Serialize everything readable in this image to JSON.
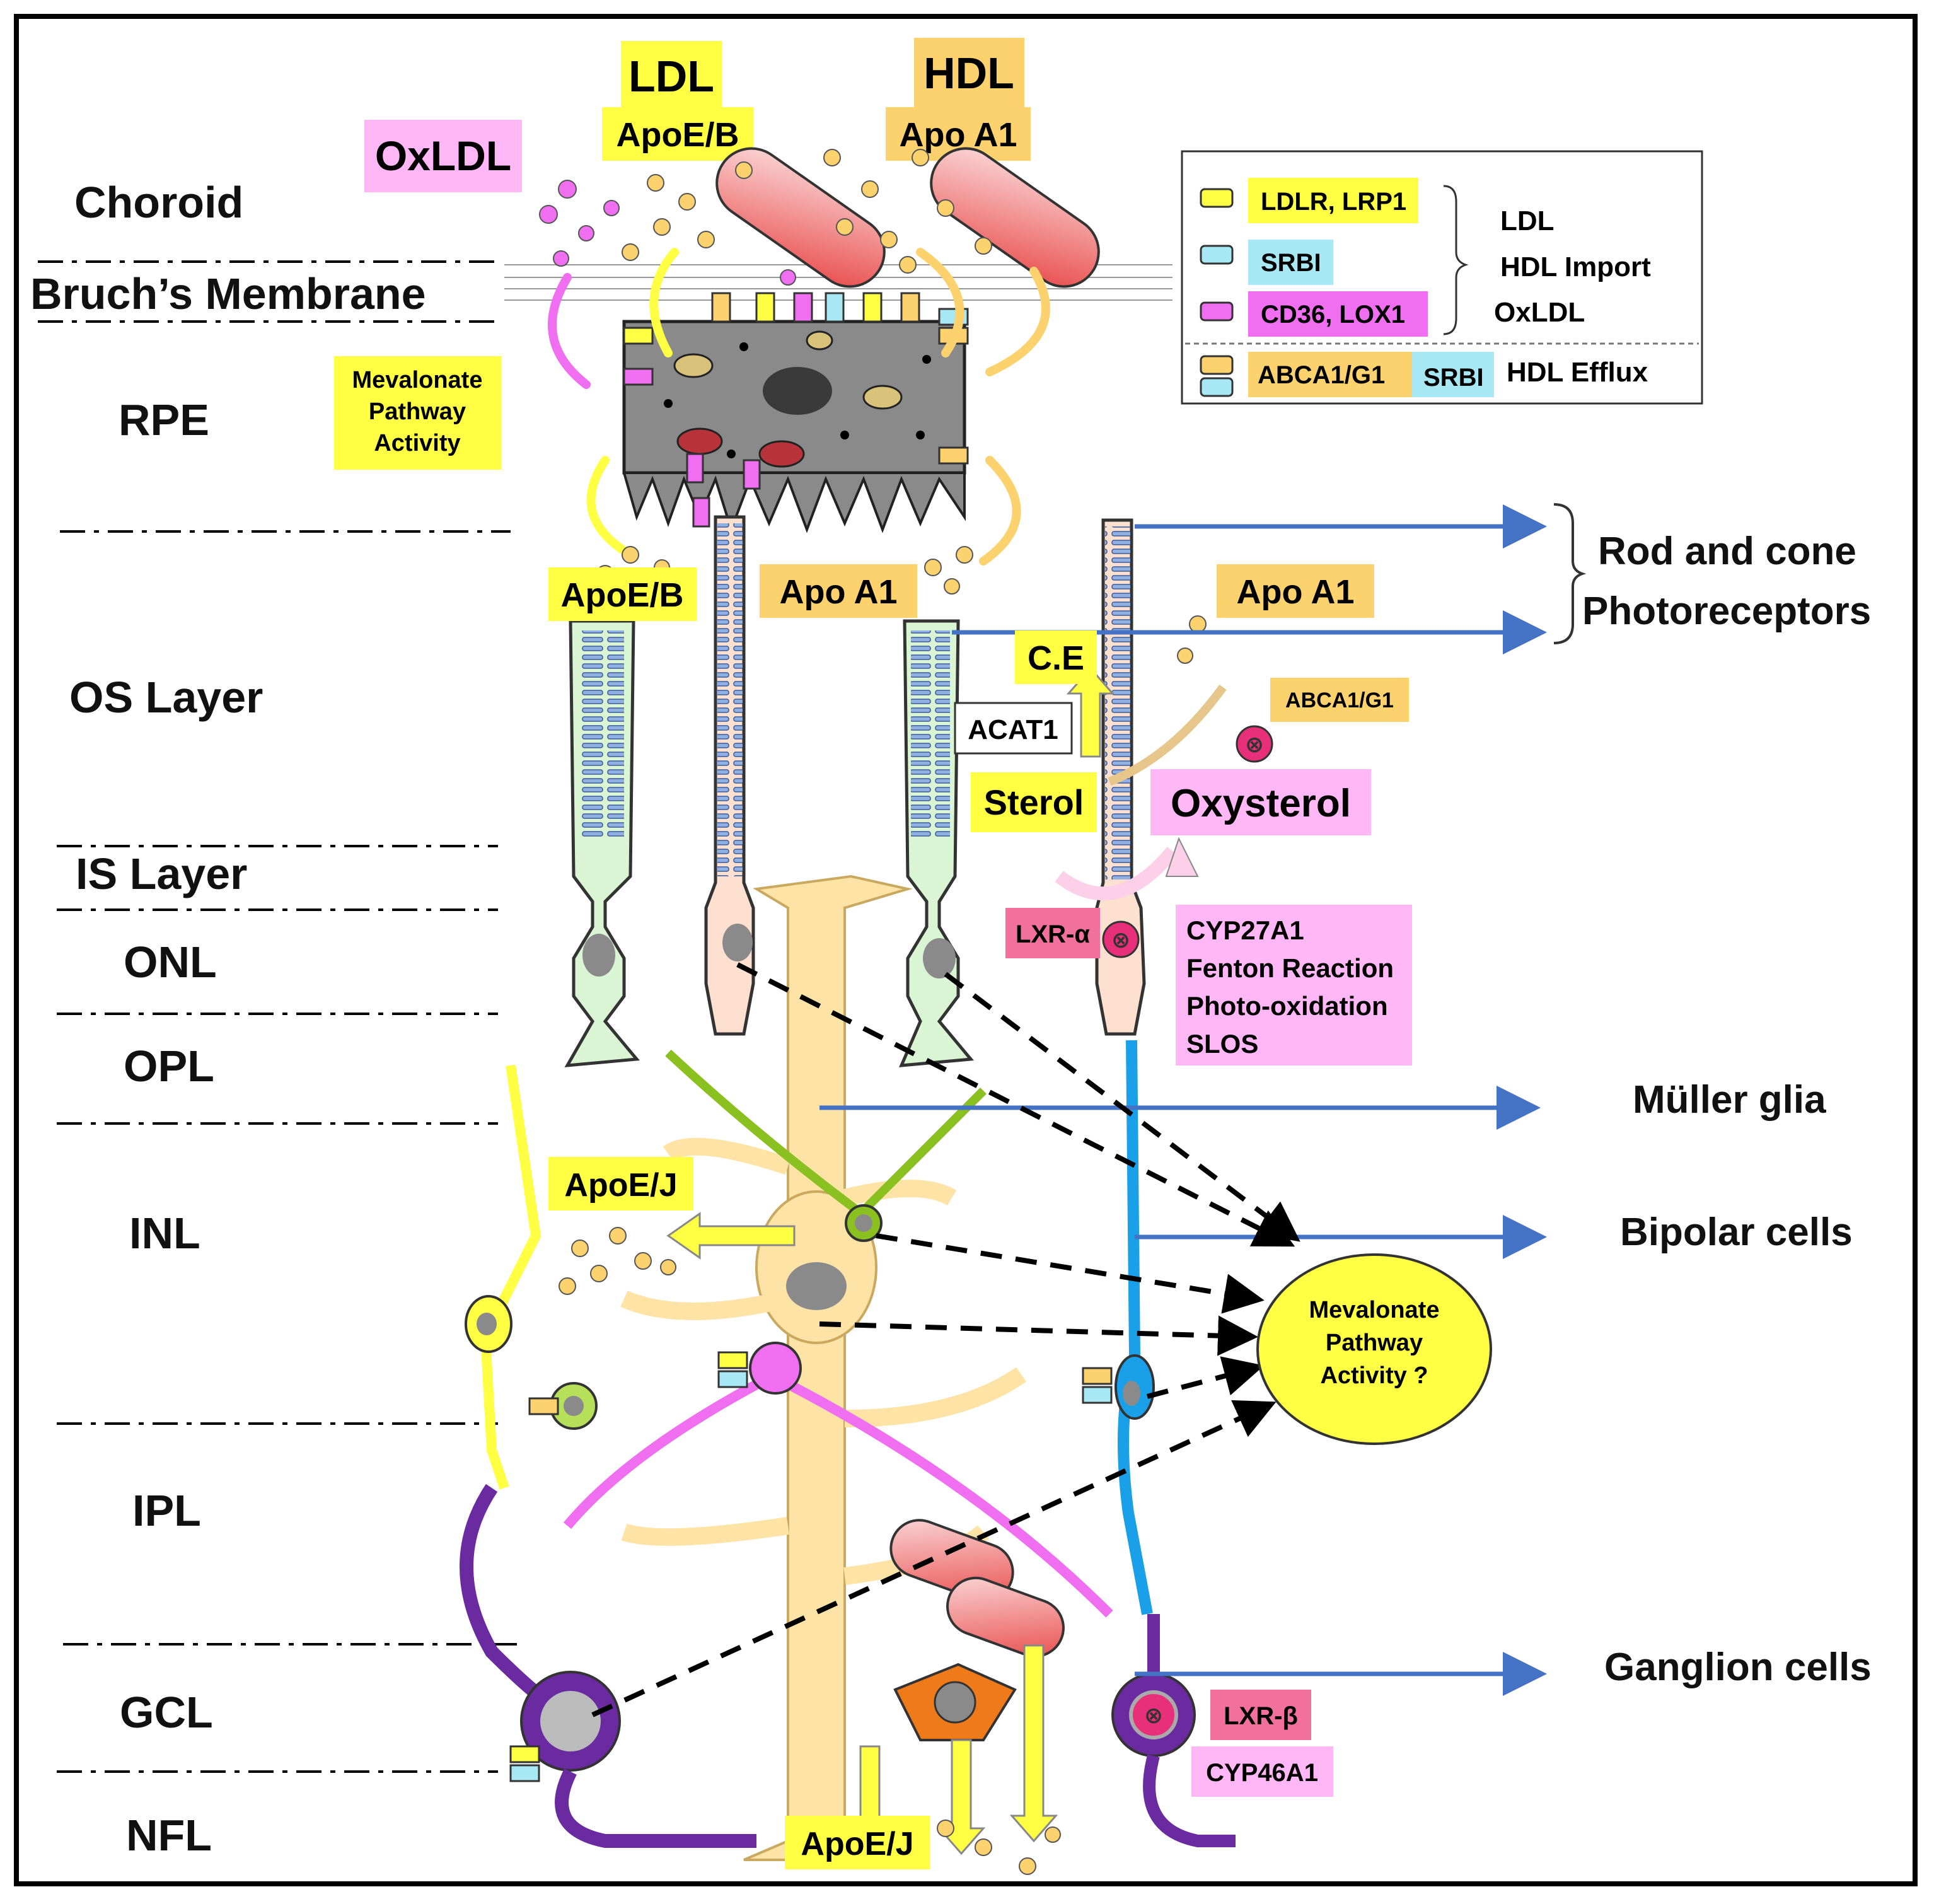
{
  "layers": {
    "choroid": "Choroid",
    "bruchs": "Bruch’s Membrane",
    "rpe": "RPE",
    "os": "OS Layer",
    "is": "IS Layer",
    "onl": "ONL",
    "opl": "OPL",
    "inl": "INL",
    "ipl": "IPL",
    "gcl": "GCL",
    "nfl": "NFL"
  },
  "top": {
    "ldl": "LDL",
    "ldl_apo": "ApoE/B",
    "hdl": "HDL",
    "hdl_apo": "Apo A1",
    "oxldl": "OxLDL"
  },
  "rpe_note": [
    "Mevalonate",
    "Pathway",
    "Activity"
  ],
  "legend": {
    "ldlr": "LDLR, LRP1",
    "srbi": "SRBI",
    "cd36": "CD36, LOX1",
    "abca": "ABCA1/G1",
    "srbi2": "SRBI",
    "import_ldl": "LDL",
    "import_hdl": "HDL  Import",
    "import_ox": "OxLDL",
    "efflux": "HDL Efflux"
  },
  "labels": {
    "apoeb": "ApoE/B",
    "apoa1_left": "Apo A1",
    "apoa1_right": "Apo A1",
    "ce": "C.E",
    "acat1": "ACAT1",
    "sterol": "Sterol",
    "oxysterol": "Oxysterol",
    "abca_small": "ABCA1/G1",
    "lxra": "LXR-α",
    "cyp_list": [
      "CYP27A1",
      "Fenton Reaction",
      "Photo-oxidation",
      "SLOS"
    ],
    "apoej_inl": "ApoE/J",
    "apoej_nfl": "ApoE/J",
    "lxrb": "LXR-β",
    "cyp46": "CYP46A1",
    "mevalonate_q": [
      "Mevalonate",
      "Pathway",
      "Activity ?"
    ]
  },
  "cells": {
    "photoreceptors": [
      "Rod and cone",
      "Photoreceptors"
    ],
    "muller": "Müller glia",
    "bipolar": "Bipolar cells",
    "ganglion": "Ganglion cells"
  },
  "colors": {
    "yellow": "#ffff44",
    "orange": "#fcd26e",
    "pink": "#ffb8f5",
    "cyan": "#a8e8f5",
    "magenta": "#f06ef0",
    "blue_arrow": "#4472c4",
    "muller": "#fde3a6",
    "rod": "#fde0d0",
    "cone": "#d9f5d4",
    "bipolar_blue": "#1aa0e8",
    "purple": "#6a2aa0",
    "lxr": "#f2709c"
  }
}
